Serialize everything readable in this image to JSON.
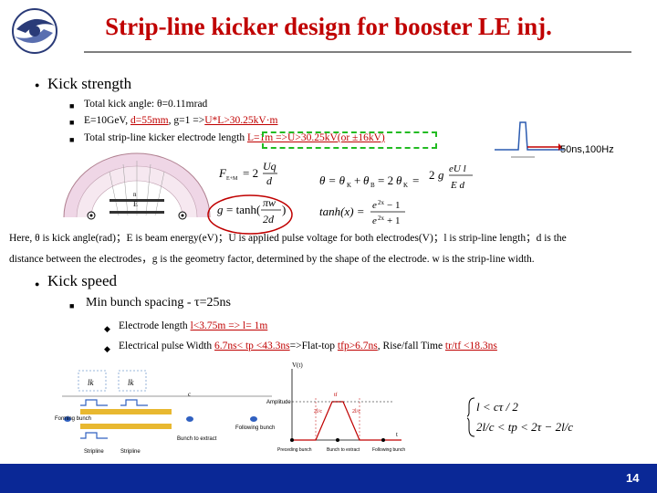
{
  "title": "Strip-line kicker design for booster LE inj.",
  "kick_strength": {
    "heading": "Kick strength",
    "items": [
      {
        "text": "Total kick angle: θ=0.11mrad"
      },
      {
        "prefix": "E=10GeV, ",
        "red1": "d=55mm",
        "mid": ", g=1 =>",
        "red2": "U*L>30.25kV·m"
      },
      {
        "prefix": "Total strip-line kicker electrode length ",
        "red": "L=1m =>U>30.25kV(or ±16kV)"
      }
    ]
  },
  "pulse_label": "50ns,100Hz",
  "equations": {
    "force": "F_{E+M} = 2 U q / d",
    "angle": "θ = θ_K + θ_B = 2θ_K = 2g eU l / E d",
    "g": "g = tanh(πw / 2d)",
    "tanh": "tanh(x) = (e^{2x} − 1)/(e^{2x} + 1)"
  },
  "figure_labels": {
    "cross_section": "E",
    "current": "n"
  },
  "caption": {
    "line1": "Here, θ is kick angle(rad)；E is beam energy(eV)；U is applied pulse voltage for both electrodes(V)；l is strip-line length；d is the",
    "line2": "distance between the electrodes，g is the geometry factor, determined by the shape of the electrode. w is the strip-line width."
  },
  "kick_speed": {
    "heading": "Kick speed",
    "sub": "Min bunch spacing - τ=25ns",
    "items": [
      {
        "prefix": "Electrode length ",
        "red": "l<3.75m => l= 1m"
      },
      {
        "prefix": "Electrical pulse Width ",
        "red1": "6.7ns< tp <43.3ns",
        "mid": "=>Flat-top ",
        "red2": "tfp>6.7ns",
        "mid2": ", Rise/fall Time ",
        "red3": "tr/tf <18.3ns"
      }
    ]
  },
  "diagram_left": {
    "lk1": "lk",
    "lk2": "lk",
    "c": "c",
    "forming_bunch": "Forming bunch",
    "bunch_extract": "Bunch to extract",
    "following_bunch": "Following bunch",
    "stripline1": "Stripline",
    "stripline2": "Stripline"
  },
  "diagram_mid": {
    "yaxis": "V(t)",
    "amp": "Amplitude",
    "tfp": "tf",
    "trise": "2l/c",
    "tfall": "2l/c",
    "b1": "Preceding bunch",
    "b2": "Bunch to extract",
    "b3": "Following bunch",
    "xaxis": "t"
  },
  "conditions": {
    "line1": "l < cτ / 2",
    "line2": "2l/c < tp < 2τ − 2l/c"
  },
  "page_number": "14",
  "colors": {
    "title": "#c00000",
    "accent_red": "#c00000",
    "footer": "#0a2896",
    "dash": "#22bb22"
  }
}
